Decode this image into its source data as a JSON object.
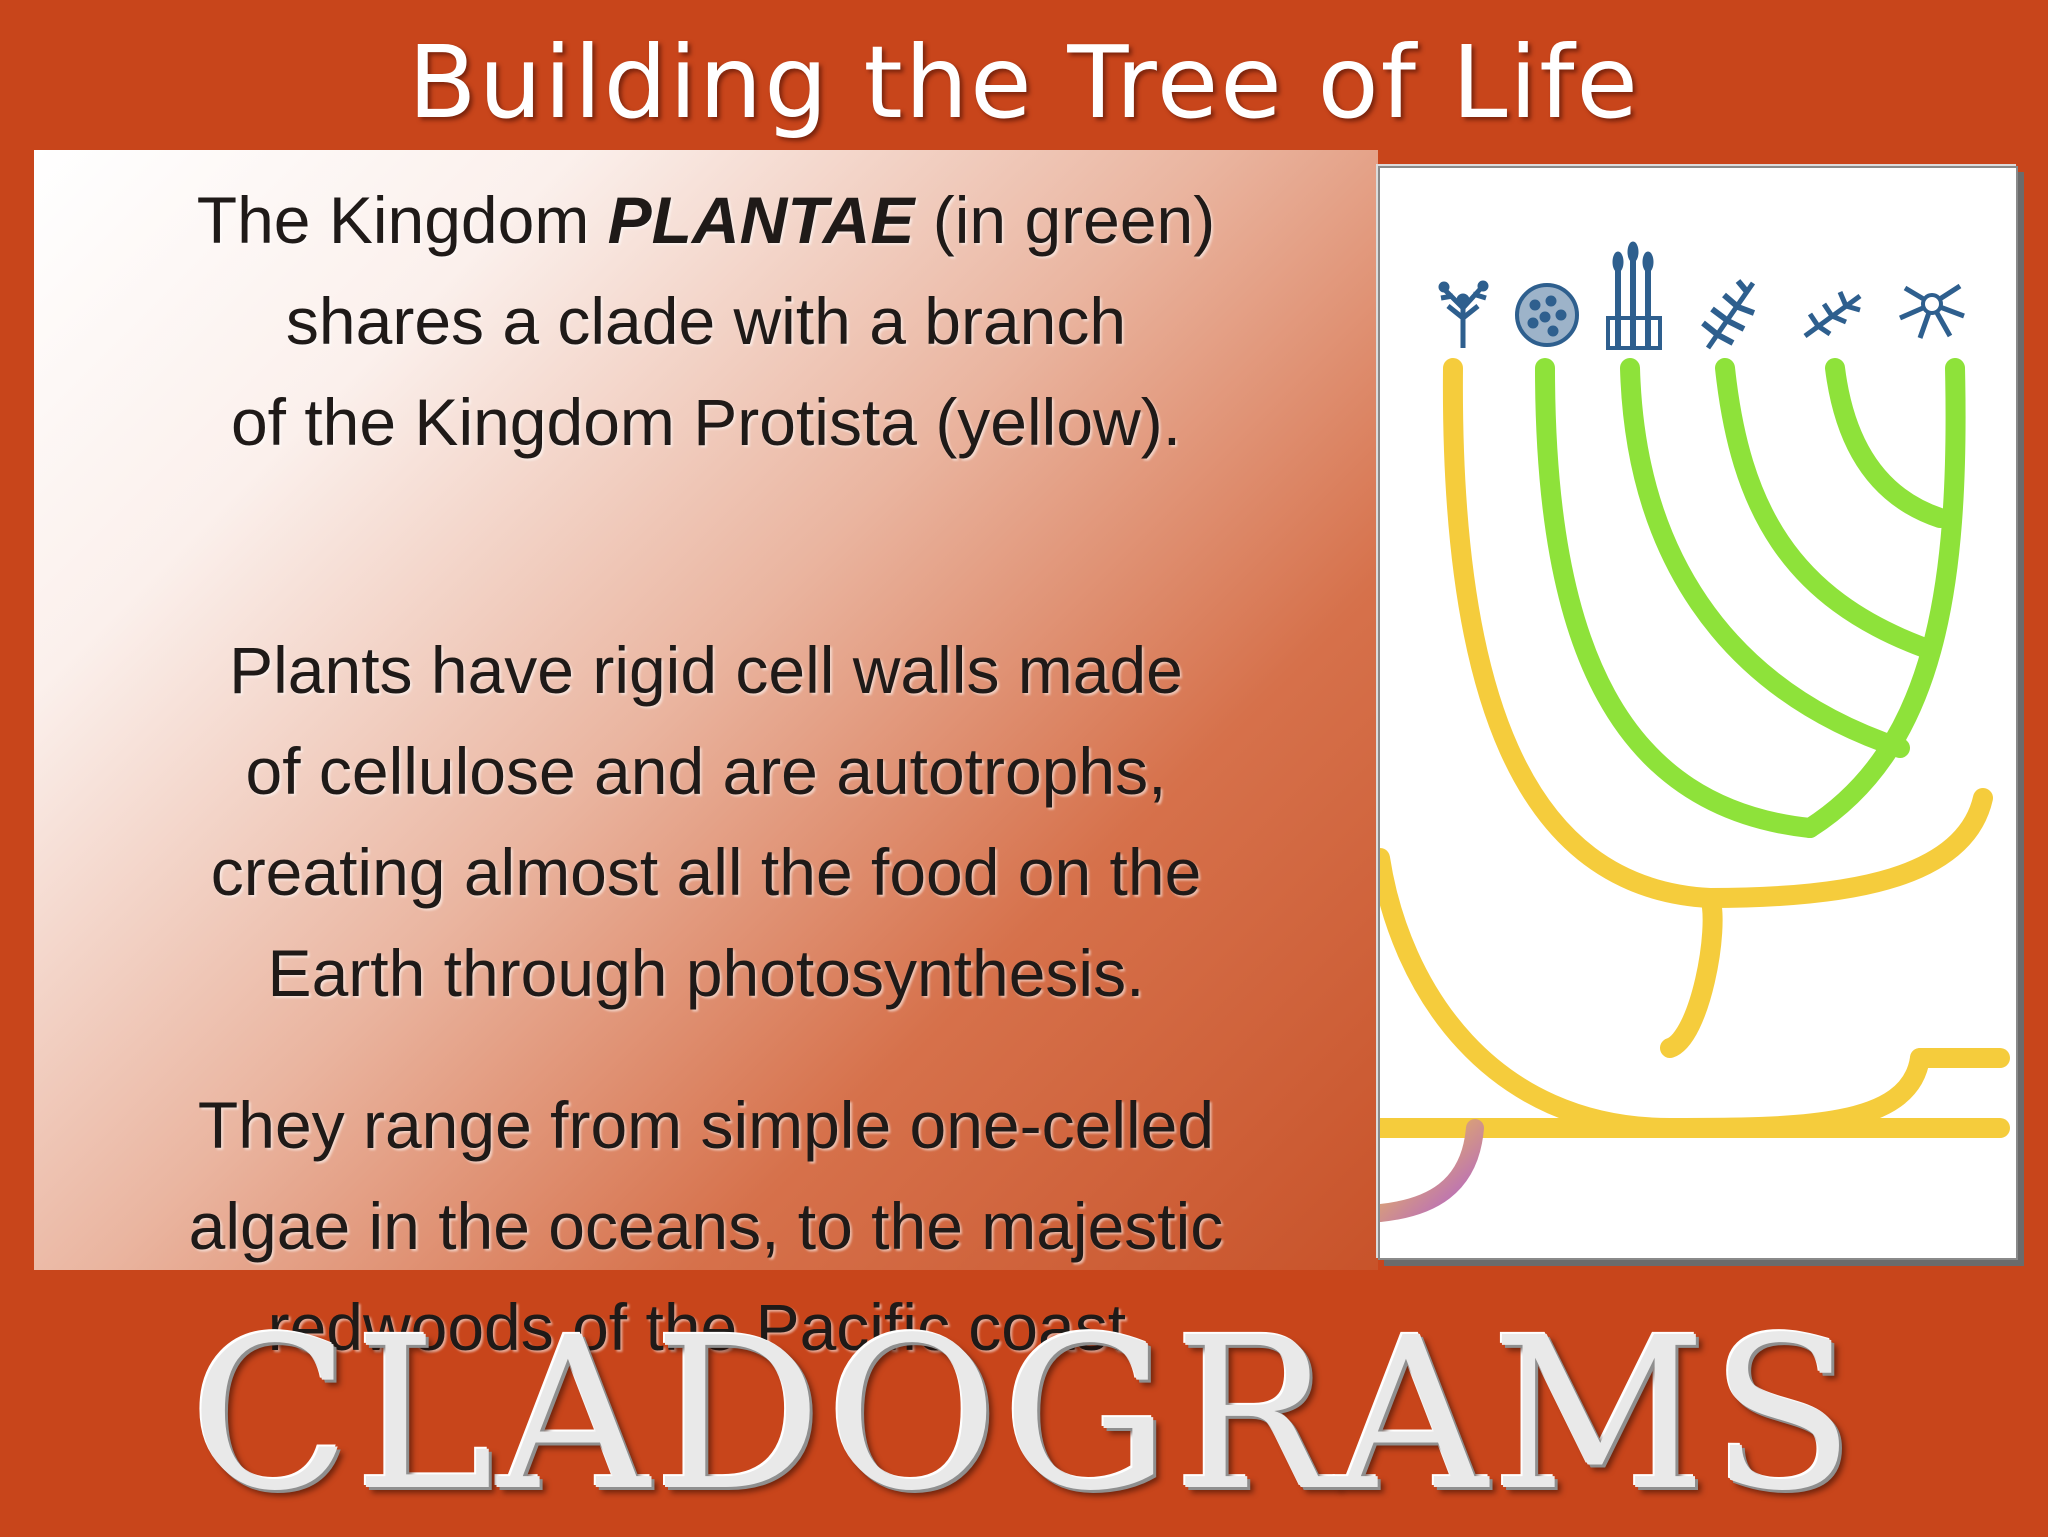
{
  "slide": {
    "title": "Building the Tree of Life",
    "footer_title": "CLADOGRAMS"
  },
  "text_panel": {
    "paragraph_1": {
      "line_1_before": "The Kingdom ",
      "line_1_emphasis": "PLANTAE",
      "line_1_after": " (in green)",
      "line_2": "shares a clade with a branch",
      "line_3": "of the Kingdom Protista (yellow)."
    },
    "paragraph_2": {
      "line_1": "Plants have rigid cell walls made",
      "line_2": "of cellulose and are autotrophs,",
      "line_3": "creating almost all the food on the",
      "line_4": "Earth through photosynthesis."
    },
    "paragraph_3": {
      "line_1": "They range from simple one-celled",
      "line_2": "algae in the oceans, to the majestic",
      "line_3": "redwoods of the Pacific coast."
    }
  },
  "diagram": {
    "colors": {
      "plantae_green": "#8ee23a",
      "protista_yellow": "#f5cc3c",
      "root_purple": "#b05fcf",
      "icon_blue": "#2e5f8e"
    },
    "organism_icons": [
      "red-algae-icon",
      "green-algae-icon",
      "moss-icon",
      "fern-icon",
      "conifer-icon",
      "flowering-plant-icon"
    ]
  }
}
